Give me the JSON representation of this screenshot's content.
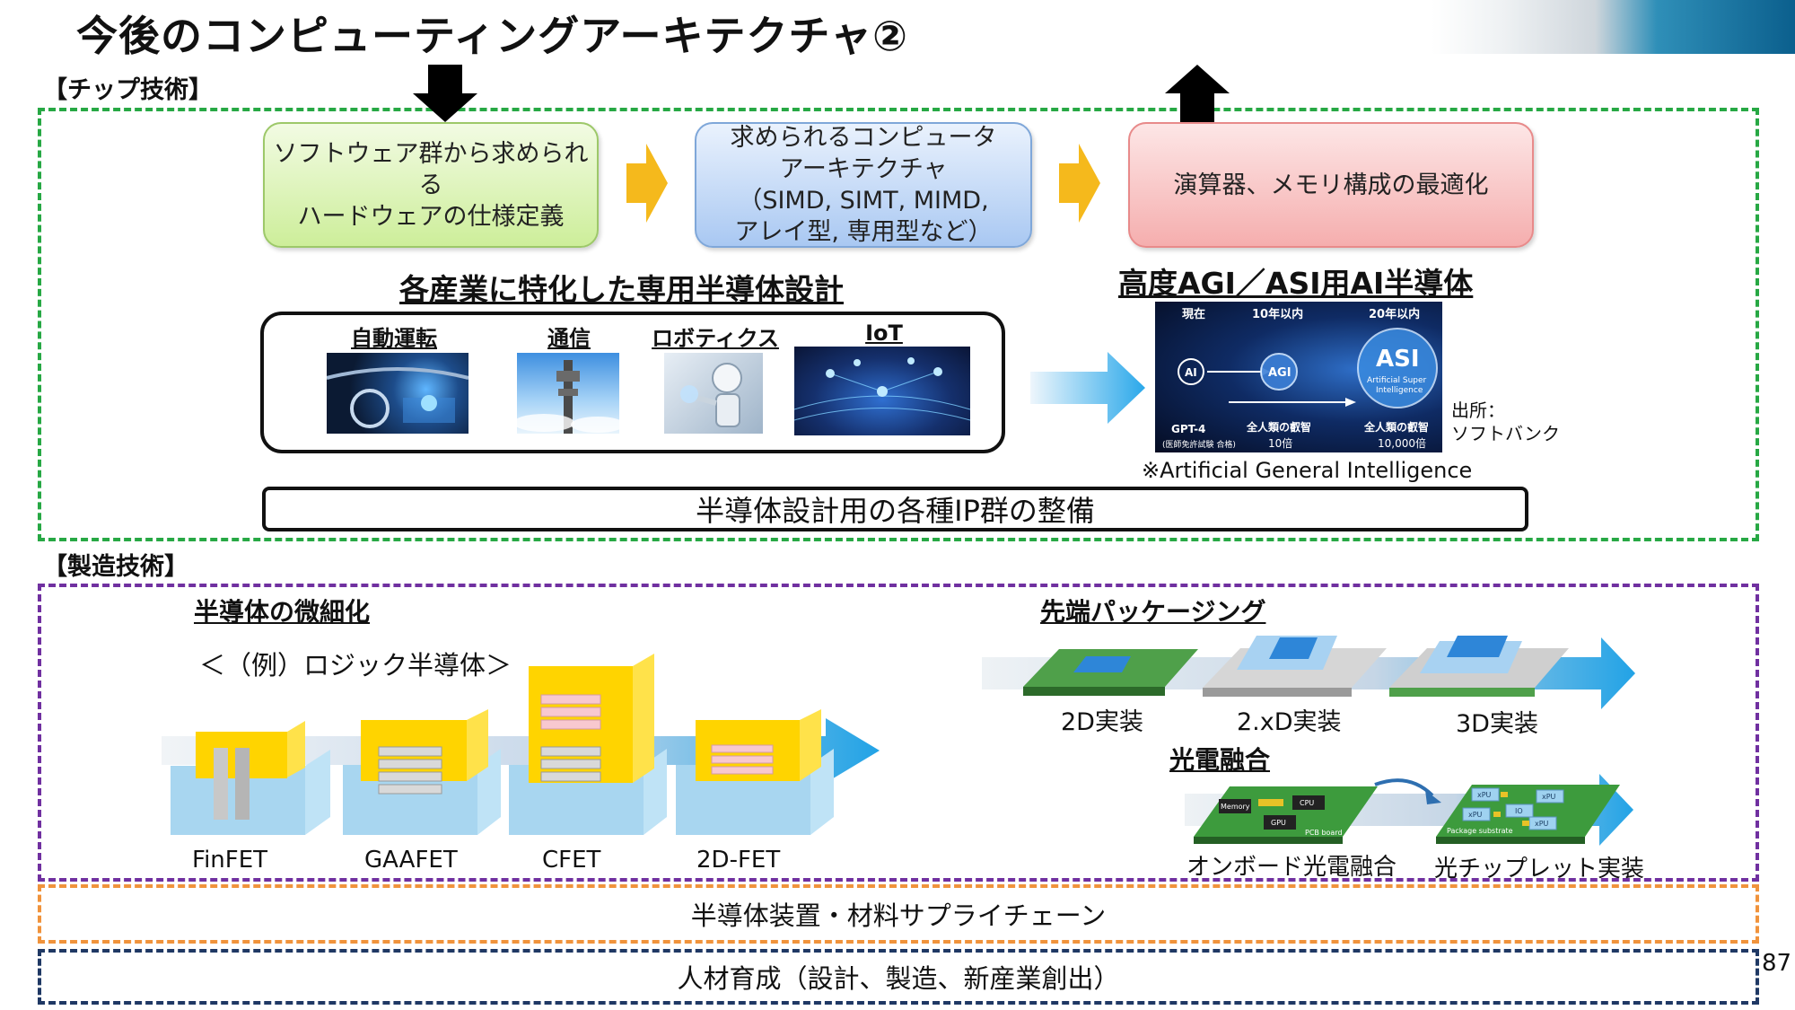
{
  "page": {
    "title": "今後のコンピューティングアーキテクチャ②",
    "page_number": "87"
  },
  "chip_section": {
    "label": "【チップ技術】",
    "flow": [
      {
        "lines": [
          "ソフトウェア群から求められる",
          "ハードウェアの仕様定義"
        ]
      },
      {
        "lines": [
          "求められるコンピュータ",
          "アーキテクチャ",
          "（SIMD, SIMT, MIMD,",
          "アレイ型, 専用型など）"
        ]
      },
      {
        "lines": [
          "演算器、メモリ構成の最適化"
        ]
      }
    ],
    "industry_heading": "各産業に特化した専用半導体設計",
    "industries": [
      {
        "label": "自動運転",
        "icon": "car-dashboard-image"
      },
      {
        "label": "通信",
        "icon": "telecom-tower-image"
      },
      {
        "label": "ロボティクス",
        "icon": "robot-image"
      },
      {
        "label": "IoT",
        "icon": "iot-network-image"
      }
    ],
    "agi_heading": "高度AGI／ASI用AI半導体",
    "agi_figure": {
      "col_labels": [
        "現在",
        "10年以内",
        "20年以内"
      ],
      "nodes": [
        "AI",
        "AGI",
        "ASI"
      ],
      "asi_sub": [
        "Artificial Super",
        "Intelligence"
      ],
      "bottom": [
        {
          "main": "GPT-4",
          "sub": "(医師免許試験 合格)"
        },
        {
          "main": "全人類の叡智",
          "sub": "10倍"
        },
        {
          "main": "全人類の叡智",
          "sub": "10,000倍"
        }
      ]
    },
    "source_label": [
      "出所：",
      "ソフトバンク"
    ],
    "agi_note": "※Artificial General Intelligence",
    "ip_bar": "半導体設計用の各種IP群の整備"
  },
  "mfg_section": {
    "label": "【製造技術】",
    "scaling_heading": "半導体の微細化",
    "scaling_example": "＜（例）ロジック半導体＞",
    "transistors": [
      "FinFET",
      "GAAFET",
      "CFET",
      "2D-FET"
    ],
    "packaging_heading": "先端パッケージング",
    "packaging": [
      "2D実装",
      "2.xD実装",
      "3D実装"
    ],
    "photonics_heading": "光電融合",
    "photonics": [
      "オンボード光電融合",
      "光チップレット実装"
    ],
    "photonics_chips": {
      "board": [
        "Memory",
        "CPU",
        "GPU",
        "PCB board"
      ],
      "chiplet": [
        "xPU",
        "xPU",
        "IO",
        "xPU",
        "xPU",
        "Package substrate"
      ]
    }
  },
  "bottom_bars": [
    {
      "text": "半導体装置・材料サプライチェーン",
      "color": "#f0933c"
    },
    {
      "text": "人材育成（設計、製造、新産業創出）",
      "color": "#1f3864"
    }
  ],
  "colors": {
    "chip_border": "#27a844",
    "mfg_border": "#7030a0",
    "flow_arrow": "#f5b91c",
    "blue_arrow": "#22a3e6"
  }
}
